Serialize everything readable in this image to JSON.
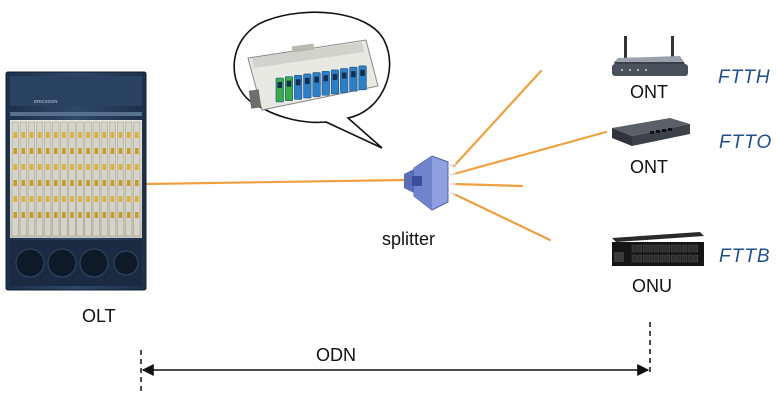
{
  "labels": {
    "olt": "OLT",
    "splitter": "splitter",
    "odn": "ODN",
    "ont_top": "ONT",
    "ont_mid": "ONT",
    "onu": "ONU",
    "ftth": "FTTH",
    "ftto": "FTTO",
    "fttb": "FTTB"
  },
  "device_text": {
    "olt_brand": "ERICSSON"
  },
  "colors": {
    "fiber": "#f0a040",
    "chassis": "#243a58",
    "service_label": "#1f4e8c",
    "splitter_body": "#7a90d8",
    "adapter_blue": "#2f7fc8",
    "adapter_green": "#3aaa4a"
  }
}
